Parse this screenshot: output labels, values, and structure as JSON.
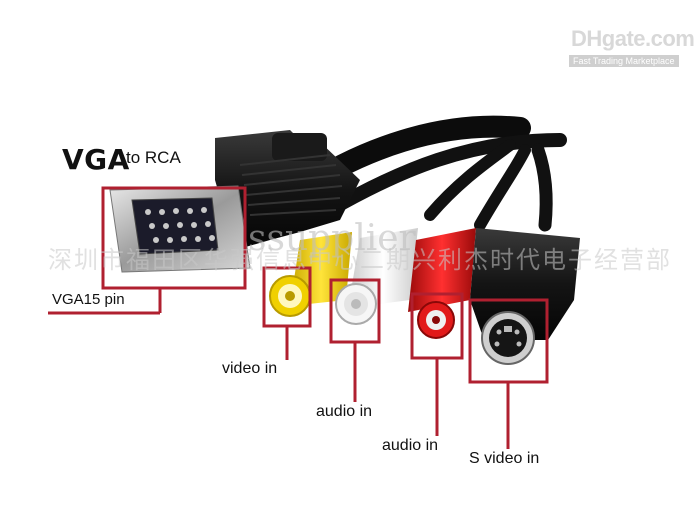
{
  "labels": {
    "vga": "VGA",
    "to_rca": "to RCA",
    "vga15_pin": "VGA15 pin",
    "video_in": "video in",
    "audio_in_1": "audio in",
    "audio_in_2": "audio in",
    "s_video_in": "S video in"
  },
  "watermark": {
    "site": "DHgate.com",
    "tagline": "Fast Trading Marketplace",
    "chinese": "深圳市福田区华强信息中心二期兴利杰时代电子经营部",
    "supplier": "ssupplier"
  },
  "colors": {
    "highlight_box": "#b02030",
    "plug_yellow": "#f4d000",
    "plug_white": "#ededed",
    "plug_red": "#d81818",
    "cable_black": "#141414"
  }
}
